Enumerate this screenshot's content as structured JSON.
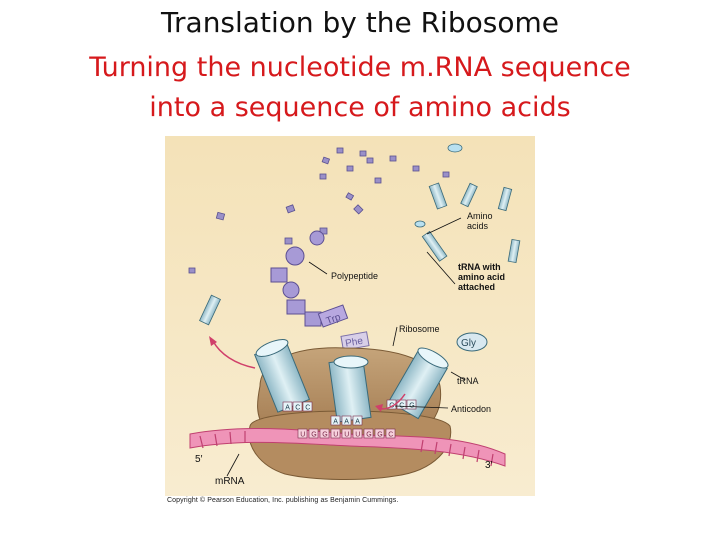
{
  "title": "Translation by the Ribosome",
  "subtitle_line1": "Turning the nucleotide m.RNA sequence",
  "subtitle_line2": "into a sequence of amino acids",
  "diagram": {
    "labels": {
      "amino_acids_1": "Amino",
      "amino_acids_2": "acids",
      "trna_aa_1": "tRNA with",
      "trna_aa_2": "amino acid",
      "trna_aa_3": "attached",
      "polypeptide": "Polypeptide",
      "ribosome": "Ribosome",
      "trna": "tRNA",
      "anticodon": "Anticodon",
      "five_prime": "5′",
      "three_prime": "3′",
      "mrna": "mRNA"
    },
    "amino_acid_tags": {
      "trp": "Trp",
      "phe": "Phe",
      "gly": "Gly"
    },
    "codon_letters": [
      "U",
      "G",
      "G",
      "U",
      "U",
      "U",
      "G",
      "G",
      "C"
    ],
    "anticodon_letters": {
      "left": [
        "A",
        "C",
        "C"
      ],
      "middle": [
        "A",
        "A",
        "A"
      ],
      "right": [
        "C",
        "C",
        "G"
      ]
    }
  },
  "copyright": "Copyright © Pearson Education, Inc. publishing as Benjamin Cummings."
}
